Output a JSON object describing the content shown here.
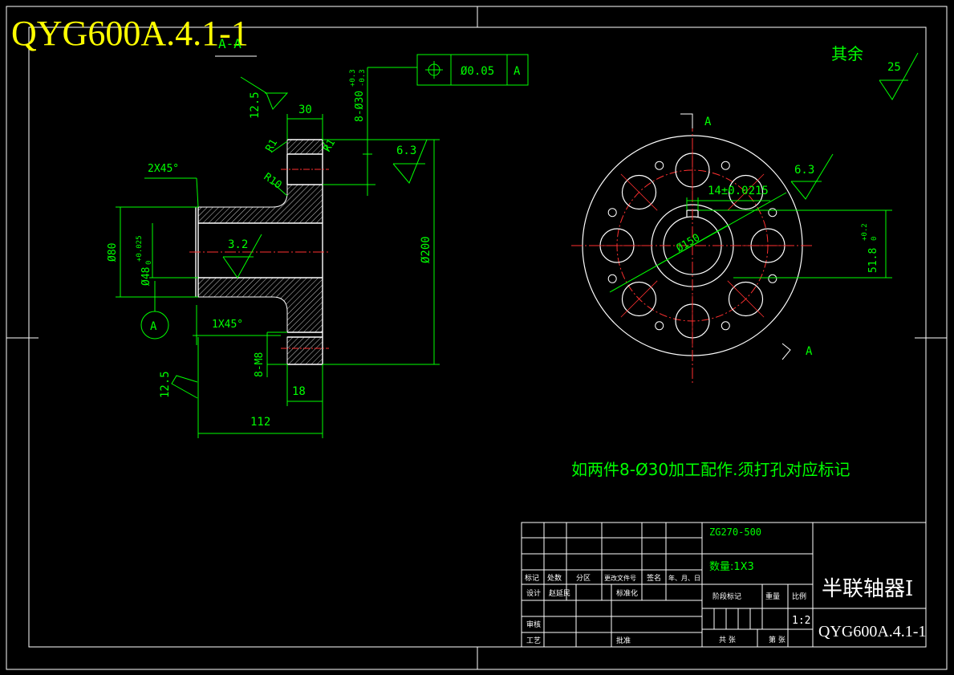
{
  "drawing_number_top": "QYG600A.4.1-1",
  "section_label": "A-A",
  "note": "如两件8-Ø30加工配作.须打孔对应标记",
  "roughness": {
    "rest_label": "其余",
    "rest_value": "25",
    "top_left": "12.5",
    "right_face": "6.3",
    "bore": "3.2",
    "bottom_left": "12.5",
    "front_view": "6.3"
  },
  "tolerance_frame": {
    "symbol": "position-icon",
    "value": "Ø0.05",
    "datum": "A"
  },
  "datum_label": "A",
  "section_marks": [
    "A",
    "A"
  ],
  "dims": {
    "width_30": "30",
    "holes_spec": "8-Ø30",
    "holes_tol_upper": "+0.3",
    "holes_tol_lower": "-0.3",
    "r1_a": "R1",
    "r1_b": "R1",
    "r10": "R10",
    "chamfer_2": "2X45°",
    "chamfer_1": "1X45°",
    "dia_80": "Ø80",
    "dia_48": "Ø48",
    "dia_48_upper": "+0.025",
    "dia_48_lower": "0",
    "dia_200": "Ø200",
    "thread": "8-M8",
    "len_18": "18",
    "len_112": "112",
    "keyway_width": "14±0.0215",
    "bore_150": "Ø150",
    "keyway_depth": "51.8",
    "keyway_upper": "+0.2",
    "keyway_lower": "0"
  },
  "title_block": {
    "material": "ZG270-500",
    "quantity": "数量:1X3",
    "part_name": "半联轴器I",
    "drawing_number": "QYG600A.4.1-1",
    "scale": "1:2",
    "headers": [
      "标记",
      "处数",
      "分区",
      "更改文件号",
      "签名",
      "年、月、日"
    ],
    "design_label": "设计",
    "designer": "赵延民",
    "standardize_label": "标准化",
    "review_label": "审核",
    "process_label": "工艺",
    "approve_label": "批准",
    "stage_label": "阶段标记",
    "weight_label": "重量",
    "scale_label": "比例",
    "sheets_total": "共  张",
    "sheet_no": "第  张"
  }
}
